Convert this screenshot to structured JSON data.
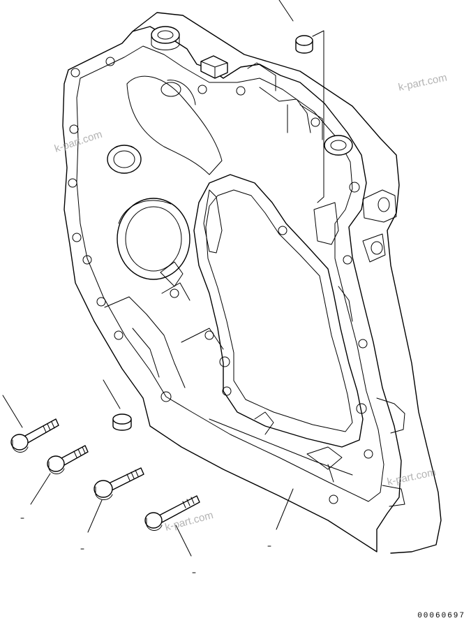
{
  "drawing": {
    "code": "00060697",
    "watermarks": [
      "k-part.com",
      "k-part.com",
      "k-part.com",
      "k-part.com"
    ]
  }
}
